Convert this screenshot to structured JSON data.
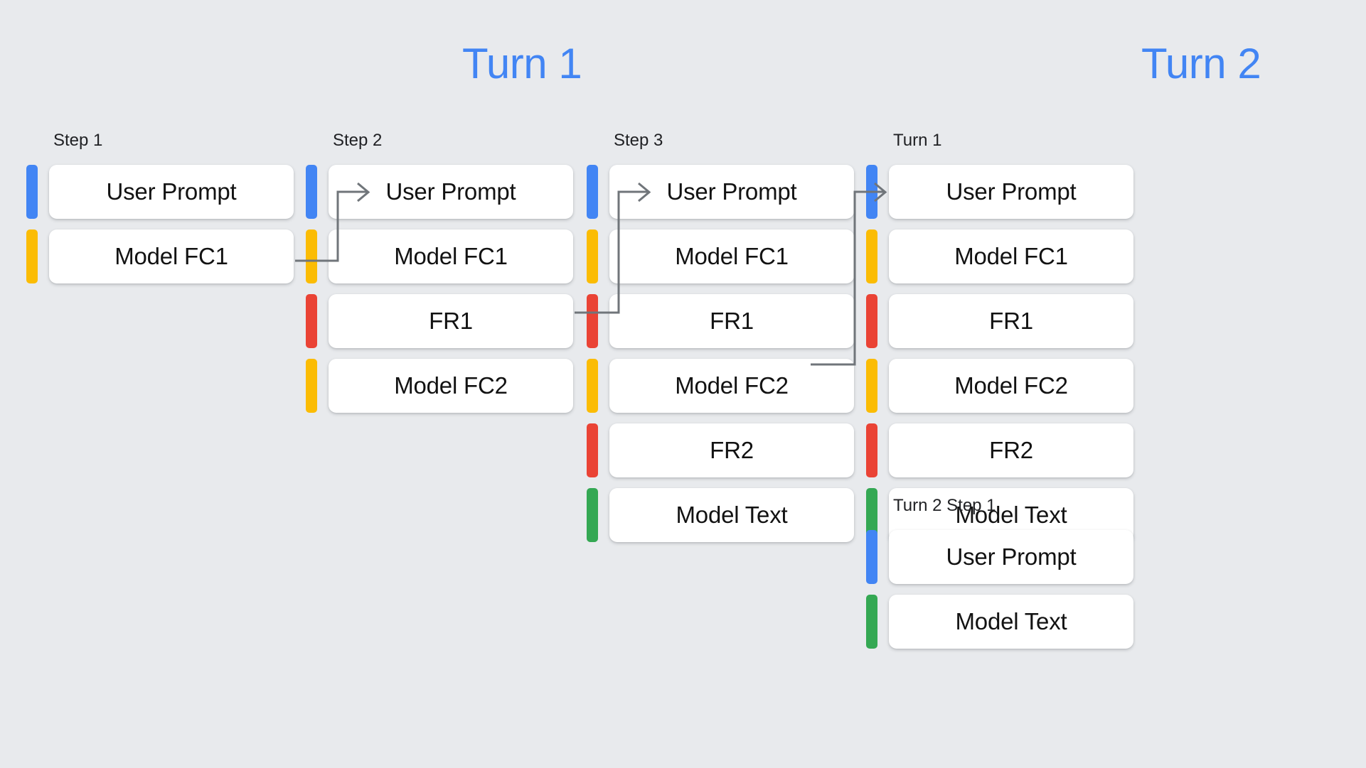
{
  "background_color": "#e8eaed",
  "palette": {
    "blue": "#4285f4",
    "yellow": "#fbbc04",
    "red": "#ea4335",
    "green": "#34a853",
    "card": "#ffffff",
    "text": "#121212",
    "arrow": "#70757a"
  },
  "headings": {
    "turn_1": "Turn 1",
    "turn_2": "Turn 2"
  },
  "columns": {
    "step_1": {
      "label": "Step 1",
      "rows": [
        {
          "label": "User Prompt",
          "color": "#4285f4",
          "role": "user-prompt"
        },
        {
          "label": "Model FC1",
          "color": "#fbbc04",
          "role": "model-function-call"
        }
      ]
    },
    "step_2": {
      "label": "Step 2",
      "rows": [
        {
          "label": "User Prompt",
          "color": "#4285f4",
          "role": "user-prompt"
        },
        {
          "label": "Model FC1",
          "color": "#fbbc04",
          "role": "model-function-call"
        },
        {
          "label": "FR1",
          "color": "#ea4335",
          "role": "function-response"
        },
        {
          "label": "Model FC2",
          "color": "#fbbc04",
          "role": "model-function-call"
        }
      ]
    },
    "step_3": {
      "label": "Step 3",
      "rows": [
        {
          "label": "User Prompt",
          "color": "#4285f4",
          "role": "user-prompt"
        },
        {
          "label": "Model FC1",
          "color": "#fbbc04",
          "role": "model-function-call"
        },
        {
          "label": "FR1",
          "color": "#ea4335",
          "role": "function-response"
        },
        {
          "label": "Model FC2",
          "color": "#fbbc04",
          "role": "model-function-call"
        },
        {
          "label": "FR2",
          "color": "#ea4335",
          "role": "function-response"
        },
        {
          "label": "Model Text",
          "color": "#34a853",
          "role": "model-text"
        }
      ]
    },
    "turn2_turn1": {
      "label": "Turn 1",
      "rows": [
        {
          "label": "User Prompt",
          "color": "#4285f4",
          "role": "user-prompt"
        },
        {
          "label": "Model FC1",
          "color": "#fbbc04",
          "role": "model-function-call"
        },
        {
          "label": "FR1",
          "color": "#ea4335",
          "role": "function-response"
        },
        {
          "label": "Model FC2",
          "color": "#fbbc04",
          "role": "model-function-call"
        },
        {
          "label": "FR2",
          "color": "#ea4335",
          "role": "function-response"
        },
        {
          "label": "Model Text",
          "color": "#34a853",
          "role": "model-text"
        }
      ]
    },
    "turn2_step1": {
      "label": "Turn 2 Step 1",
      "rows": [
        {
          "label": "User Prompt",
          "color": "#4285f4",
          "role": "user-prompt"
        },
        {
          "label": "Model Text",
          "color": "#34a853",
          "role": "model-text"
        }
      ]
    }
  },
  "connectors": [
    {
      "name": "step1-to-step2",
      "from_row": "Model FC1",
      "to_row": "User Prompt"
    },
    {
      "name": "step2-to-step3",
      "from_row": "Model FC2",
      "to_row": "User Prompt"
    },
    {
      "name": "step3-to-turn2",
      "from_row": "FR2",
      "to_row": "User Prompt"
    }
  ]
}
